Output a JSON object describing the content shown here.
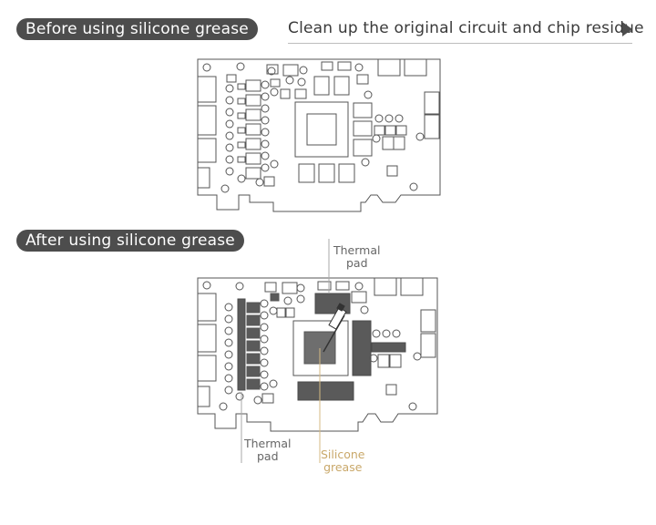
{
  "header": {
    "before_label": "Before using silicone grease",
    "instruction": "Clean up the original circuit and chip residue"
  },
  "section_after": {
    "label": "After using silicone grease"
  },
  "callouts": {
    "thermal_pad_top": [
      "Thermal",
      "pad"
    ],
    "thermal_pad_bottom": [
      "Thermal",
      "pad"
    ],
    "silicone_grease": [
      "Silicone",
      "grease"
    ]
  },
  "colors": {
    "pill_bg": "#4d4d4d",
    "outline": "#555555",
    "thermal_pad_fill": "#5a5a5a",
    "grease_fill": "#6e6e6e",
    "callout_text": "#666666",
    "grease_text": "#c9a86a"
  }
}
